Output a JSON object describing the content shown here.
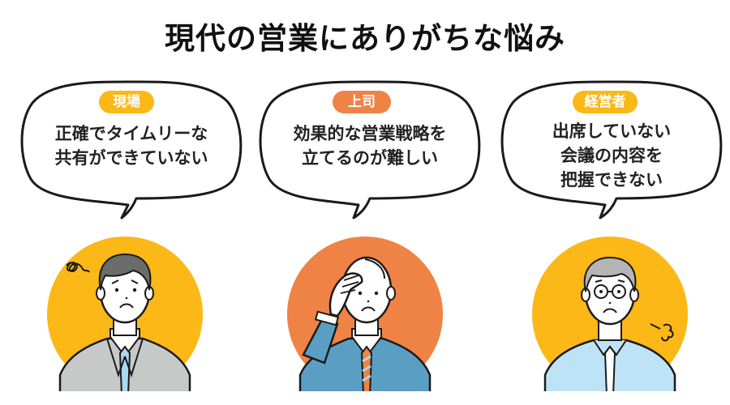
{
  "title": "現代の営業にありがちな悩み",
  "colors": {
    "yellow": "#FBB817",
    "orange": "#EE8345",
    "outline": "#1a1a1a",
    "suit_gray": "#C7C8C8",
    "suit_blue": "#5B9EC3",
    "shirt_blue": "#BFE3F6",
    "tie_light_blue": "#A9D8F0"
  },
  "panels": [
    {
      "badge": "現場",
      "badge_color": "#FBB817",
      "message_lines": [
        "正確でタイムリーな",
        "共有ができていない"
      ],
      "illustration": "worried-young-salesman-gray-suit"
    },
    {
      "badge": "上司",
      "badge_color": "#EE8345",
      "message_lines": [
        "効果的な営業戦略を",
        "立てるのが難しい"
      ],
      "illustration": "troubled-manager-hand-on-forehead"
    },
    {
      "badge": "経営者",
      "badge_color": "#FBB817",
      "message_lines": [
        "出席していない",
        "会議の内容を",
        "把握できない"
      ],
      "illustration": "sighing-executive-with-glasses"
    }
  ]
}
